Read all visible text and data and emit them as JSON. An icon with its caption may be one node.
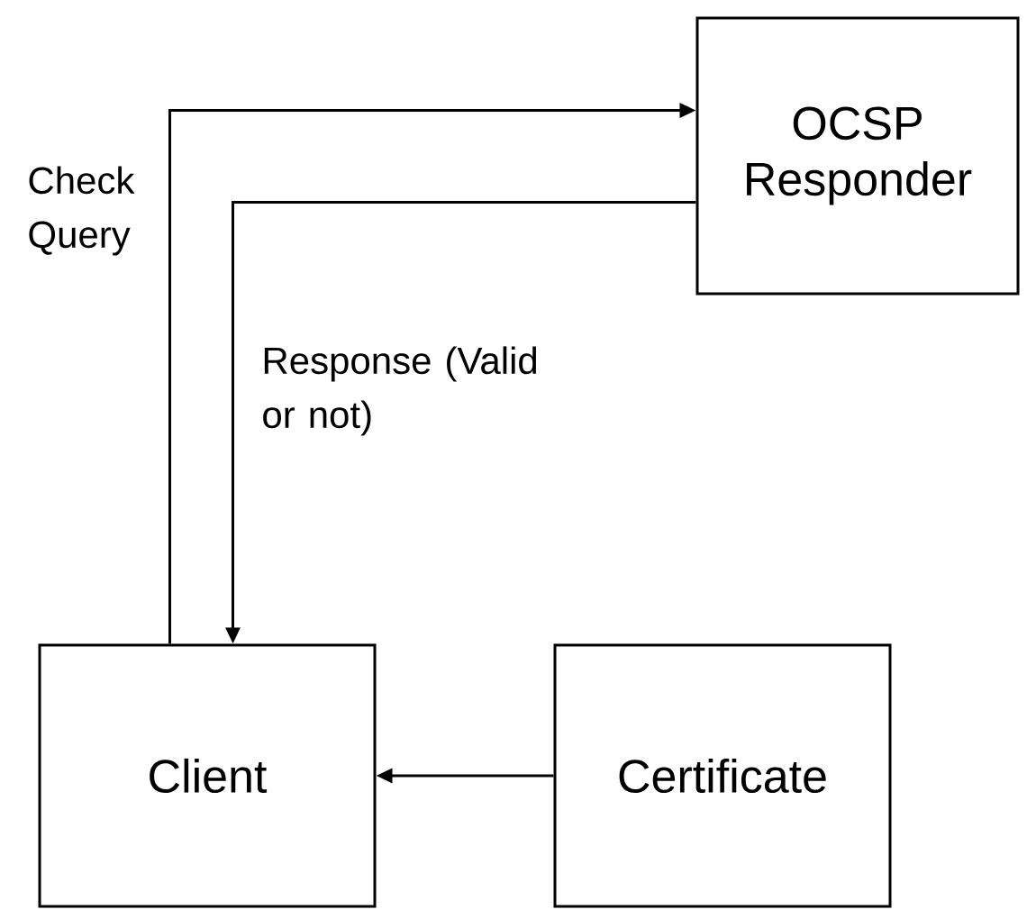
{
  "diagram": {
    "nodes": [
      {
        "text": [
          "OCSP Responder"
        ]
      },
      {
        "text": [
          "Client"
        ]
      },
      {
        "text": [
          "Certificate"
        ]
      }
    ],
    "edges": [
      {
        "from": 1,
        "to": 0,
        "arrow": "to",
        "label": "Check Query"
      },
      {
        "from": 0,
        "to": 1,
        "arrow": "to",
        "label": "Response (Valid or not)"
      },
      {
        "from": 2,
        "to": 1,
        "arrow": "to"
      }
    ]
  }
}
